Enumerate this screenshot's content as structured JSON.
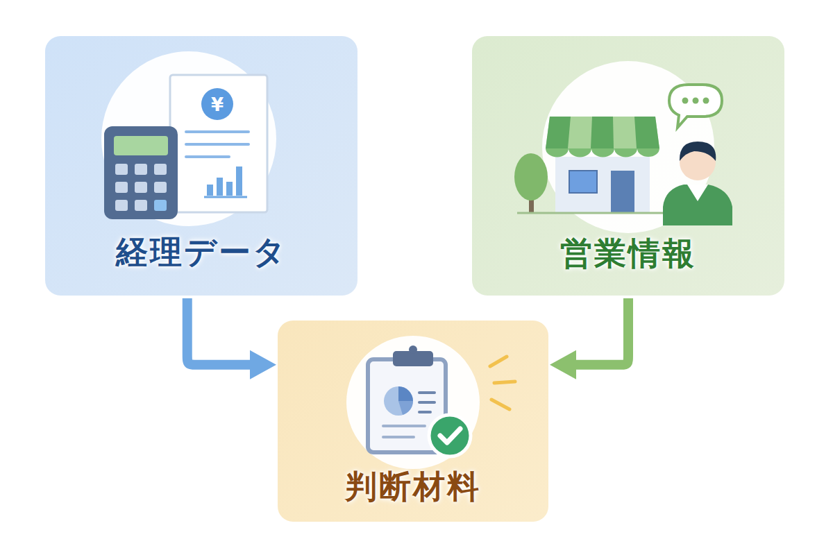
{
  "diagram": {
    "nodes": [
      {
        "text": [
          "経理データ"
        ]
      },
      {
        "text": [
          "営業情報"
        ]
      },
      {
        "text": [
          "判断材料"
        ]
      }
    ],
    "edges": [
      {
        "from": 0,
        "to": 2,
        "arrow": "to"
      },
      {
        "from": 1,
        "to": 2,
        "arrow": "to"
      }
    ],
    "labels": [
      "¥"
    ]
  }
}
